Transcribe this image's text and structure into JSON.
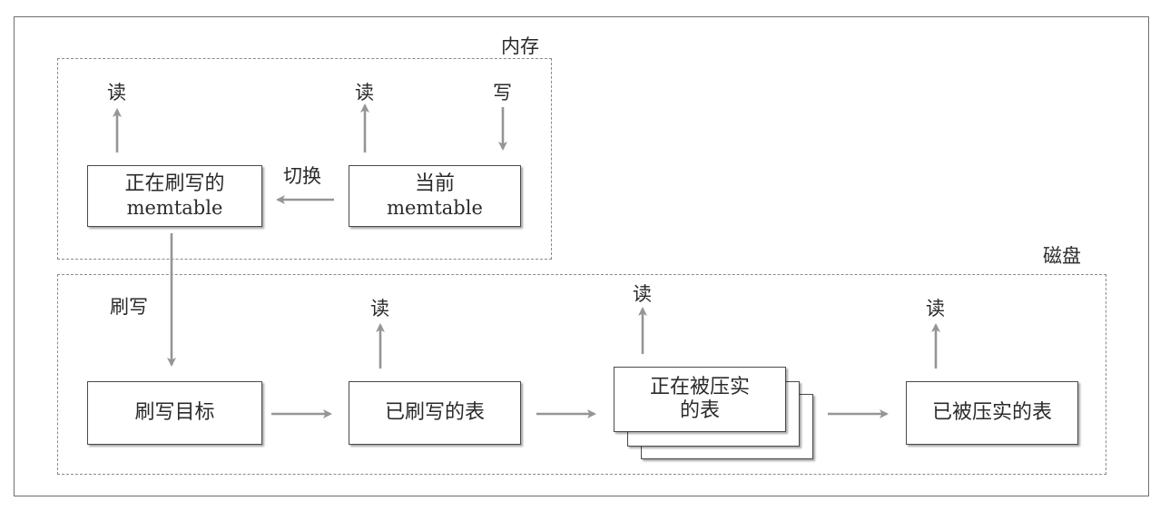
{
  "regions": {
    "memory_label": "内存",
    "disk_label": "磁盘"
  },
  "boxes": {
    "flushing_memtable": {
      "line1": "正在刷写的",
      "line2": "memtable"
    },
    "current_memtable": {
      "line1": "当前",
      "line2": "memtable"
    },
    "flush_target": {
      "line1": "刷写目标"
    },
    "flushed_table": {
      "line1": "已刷写的表"
    },
    "compacting_table": {
      "line1": "正在被压实",
      "line2": "的表"
    },
    "compacted_table": {
      "line1": "已被压实的表"
    }
  },
  "labels": {
    "read": "读",
    "write": "写",
    "switch": "切换",
    "flush": "刷写"
  },
  "colors": {
    "arrow": "#959595",
    "border": "#4a4a4a",
    "dashed": "#8a8a8a"
  }
}
